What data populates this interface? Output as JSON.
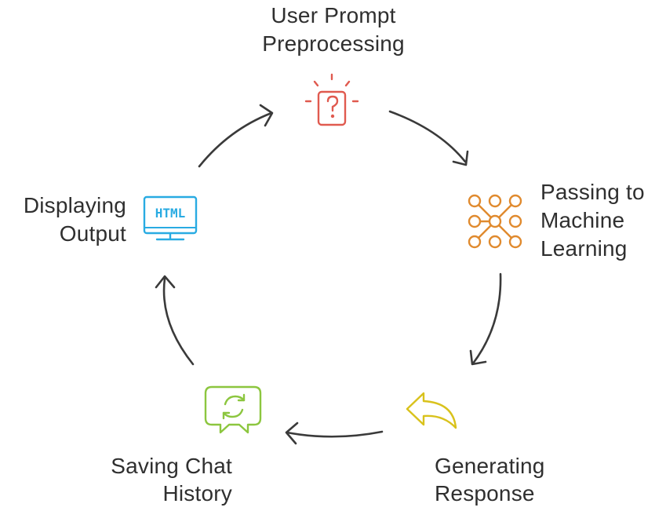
{
  "steps": [
    {
      "id": "user-prompt",
      "lines": [
        "User Prompt",
        "Preprocessing"
      ],
      "icon": "question-document-icon",
      "color": "#e05a4f"
    },
    {
      "id": "machine-learning",
      "lines": [
        "Passing to",
        "Machine",
        "Learning"
      ],
      "icon": "neural-network-icon",
      "color": "#e08a2e"
    },
    {
      "id": "generating-response",
      "lines": [
        "Generating",
        "Response"
      ],
      "icon": "reply-arrow-icon",
      "color": "#d9c21c"
    },
    {
      "id": "saving-chat-history",
      "lines": [
        "Saving Chat",
        "History"
      ],
      "icon": "chat-refresh-icon",
      "color": "#8cc63f"
    },
    {
      "id": "displaying-output",
      "lines": [
        "Displaying",
        "Output"
      ],
      "icon": "html-monitor-icon",
      "color": "#29abe2",
      "icon_text": "HTML"
    }
  ],
  "arrow_color": "#3a3a3a"
}
